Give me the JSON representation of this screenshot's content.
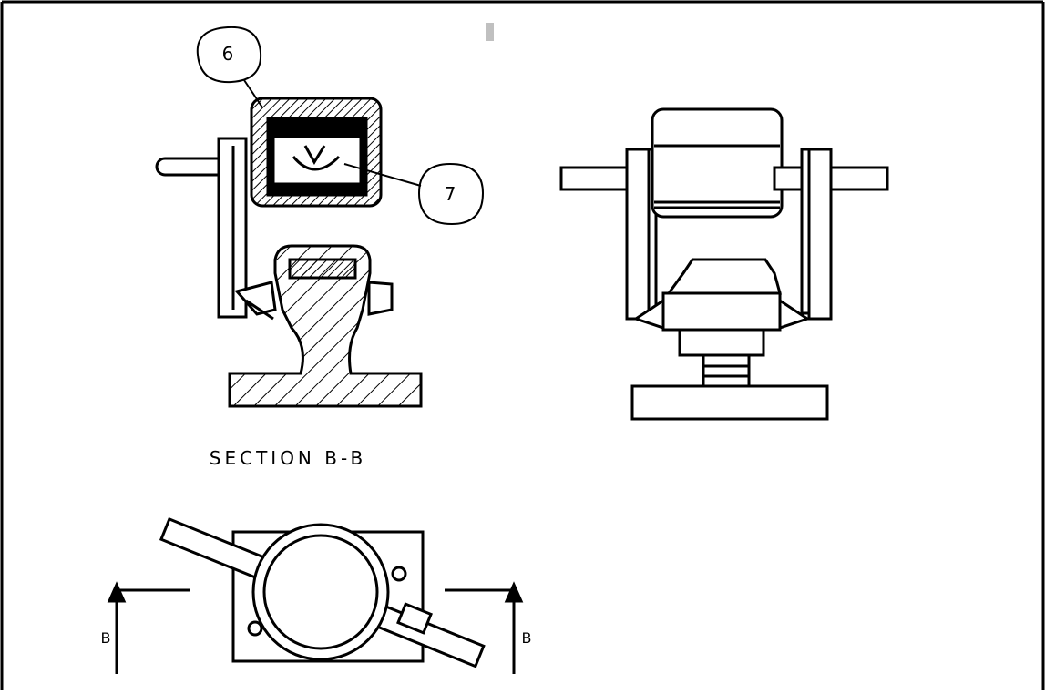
{
  "drawing": {
    "section_caption": "SECTION B-B",
    "balloons": [
      {
        "id": "balloon-6",
        "label": "6"
      },
      {
        "id": "balloon-7",
        "label": "7"
      }
    ],
    "section_markers": {
      "left_letter": "B",
      "right_letter": "B"
    },
    "colors": {
      "line": "#000000",
      "background": "#ffffff",
      "marker": "#c0c0c0"
    }
  }
}
